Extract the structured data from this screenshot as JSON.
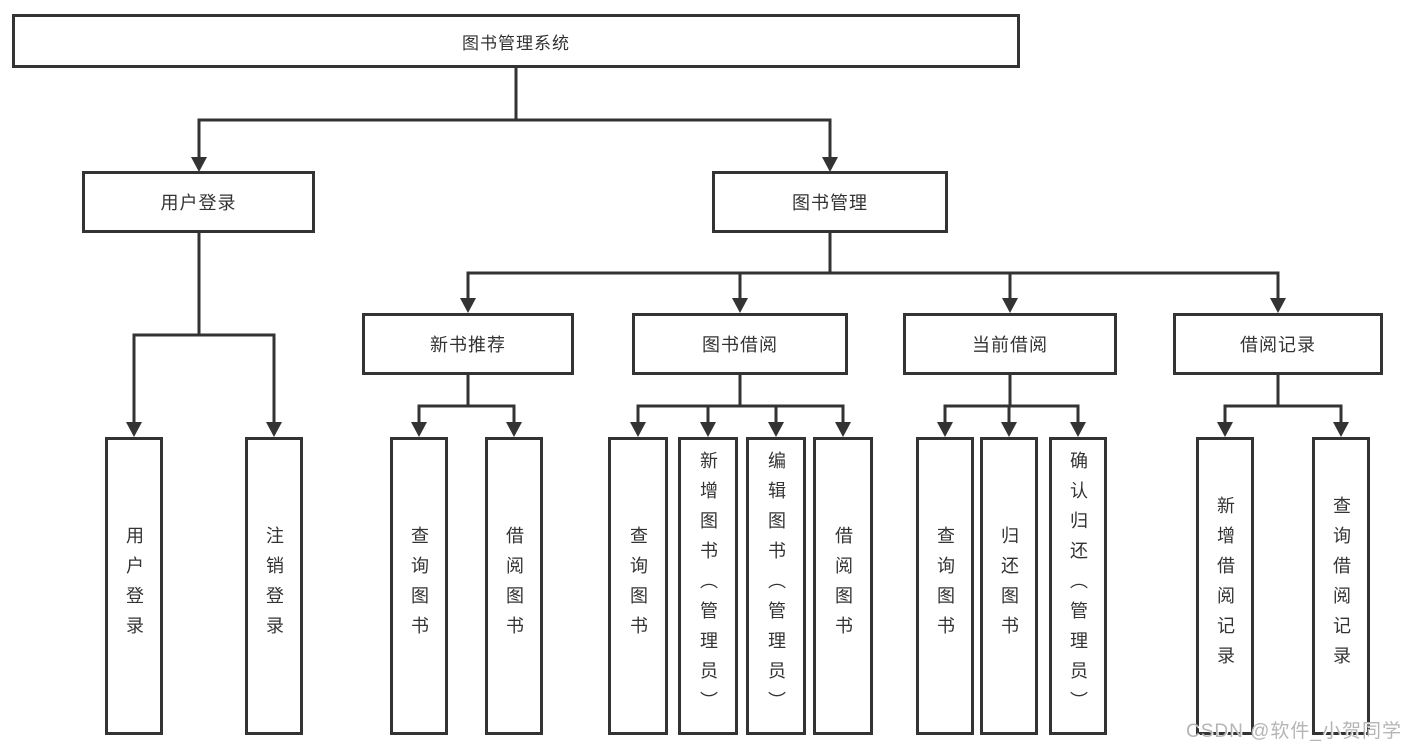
{
  "tree": {
    "root": "图书管理系统",
    "branches": [
      {
        "label": "用户登录",
        "children": [
          {
            "label": "用户登录"
          },
          {
            "label": "注销登录"
          }
        ]
      },
      {
        "label": "图书管理",
        "children": [
          {
            "label": "新书推荐",
            "children": [
              {
                "label": "查询图书"
              },
              {
                "label": "借阅图书"
              }
            ]
          },
          {
            "label": "图书借阅",
            "children": [
              {
                "label": "查询图书"
              },
              {
                "label": "新增图书（管理员）"
              },
              {
                "label": "编辑图书（管理员）"
              },
              {
                "label": "借阅图书"
              }
            ]
          },
          {
            "label": "当前借阅",
            "children": [
              {
                "label": "查询图书"
              },
              {
                "label": "归还图书"
              },
              {
                "label": "确认归还（管理员）"
              }
            ]
          },
          {
            "label": "借阅记录",
            "children": [
              {
                "label": "新增借阅记录"
              },
              {
                "label": "查询借阅记录"
              }
            ]
          }
        ]
      }
    ]
  },
  "watermark": {
    "text": "CSDN @软件_小贺同学"
  },
  "colors": {
    "line": "#333333",
    "box_border": "#333333",
    "box_fill": "#ffffff",
    "text": "#333333",
    "watermark": "#b5b5b5"
  }
}
